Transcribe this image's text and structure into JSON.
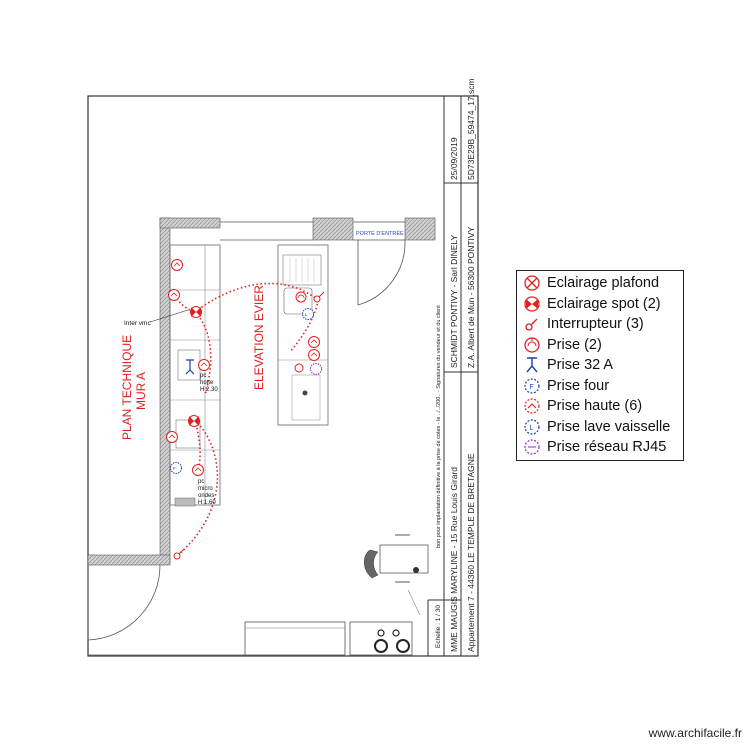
{
  "title_block": {
    "date": "25/09/2019",
    "reference": "5D73E29B_59474_17.scm",
    "signature_note": "bon pour implantation définitive à la prise de cotes - le ../../200.. - Signatures du vendeur et du client",
    "company": "SCHMIDT PONTIVY - Sarl DINELY",
    "company_address": "Z.A. Albert de Mun - 56300 PONTIVY",
    "client": "MME MAUGIS MARYLINE - 15 Rue Louis Girard",
    "client_address": "Appartement 7 - 44360 LE TEMPLE DE BRETAGNE",
    "scale": "Echelle : 1 / 30"
  },
  "plan": {
    "door_label": "PORTE D'ENTRÉE",
    "title_wall": "PLAN TECHNIQUE MUR A",
    "title_wall_line1": "PLAN TECHNIQUE",
    "title_wall_line2": "MUR A",
    "title_sink": "ELEVATION EVIER",
    "inter_vmc": "Inter vmc",
    "pc_hotte_1": "pc",
    "pc_hotte_2": "hotte",
    "pc_hotte_3": "H:2.30",
    "pc_micro_1": "pc",
    "pc_micro_2": "micro",
    "pc_micro_3": "ondes",
    "pc_micro_4": "H:1.60"
  },
  "legend": [
    {
      "icon": "eclairage-plafond-icon",
      "label": "Eclairage plafond",
      "color": "#e02020"
    },
    {
      "icon": "eclairage-spot-icon",
      "label": "Eclairage spot (2)",
      "color": "#e02020"
    },
    {
      "icon": "interrupteur-icon",
      "label": "Interrupteur (3)",
      "color": "#e02020"
    },
    {
      "icon": "prise-icon",
      "label": "Prise (2)",
      "color": "#e02020"
    },
    {
      "icon": "prise-32a-icon",
      "label": "Prise 32 A",
      "color": "#1a3fb0"
    },
    {
      "icon": "prise-four-icon",
      "label": "Prise four",
      "color": "#1a3fb0"
    },
    {
      "icon": "prise-haute-icon",
      "label": "Prise haute (6)",
      "color": "#e02020"
    },
    {
      "icon": "prise-lave-vaisselle-icon",
      "label": "Prise lave vaisselle",
      "color": "#1a3fb0"
    },
    {
      "icon": "prise-reseau-icon",
      "label": "Prise réseau RJ45",
      "color": "#a020c0"
    }
  ],
  "footer": {
    "site": "www.archifacile.fr"
  },
  "colors": {
    "red": "#e02020",
    "blue": "#1a3fb0",
    "purple": "#a020c0"
  }
}
